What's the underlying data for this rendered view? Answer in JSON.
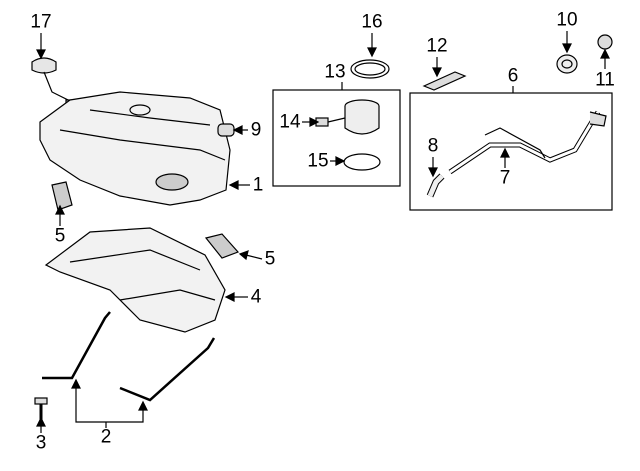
{
  "callouts": {
    "c17": "17",
    "c16": "16",
    "c10": "10",
    "c12": "12",
    "c13": "13",
    "c6": "6",
    "c11": "11",
    "c14": "14",
    "c9": "9",
    "c8": "8",
    "c15": "15",
    "c7": "7",
    "c1": "1",
    "c5a": "5",
    "c5b": "5",
    "c4": "4",
    "c3": "3",
    "c2": "2"
  },
  "colors": {
    "line": "#000000",
    "part_fill": "#ffffff",
    "part_shade": "#d9d9d9"
  }
}
